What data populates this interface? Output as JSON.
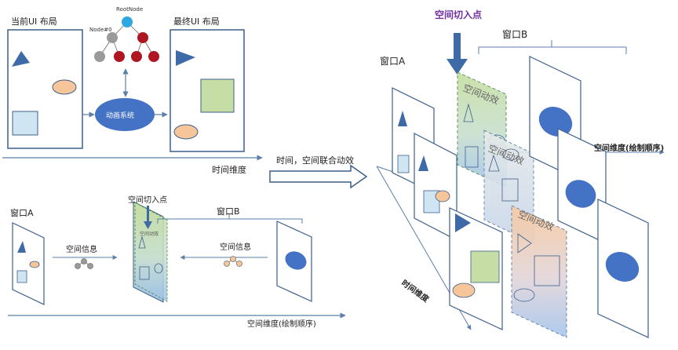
{
  "colors": {
    "border": "#3c5f8c",
    "tri": "#3e6aa8",
    "oval_orange": "#f6c59a",
    "oval_blue": "#4472c4",
    "square_lightblue": "#cfe6f2",
    "square_green": "#c6dea6",
    "node_blue": "#2ea8e0",
    "node_gray": "#9a9a9a",
    "node_red": "#b01622",
    "arrow": "#5b7fa8",
    "accent_purple": "#7030a0"
  },
  "top_left": {
    "current_layout": "当前UI 布局",
    "final_layout": "最终UI 布局",
    "root_node": "RootNode",
    "node0": "Node#0",
    "anim_system": "动画系统",
    "time_dimension": "时间维度"
  },
  "bottom_left": {
    "window_a": "窗口A",
    "window_b": "窗口B",
    "space_entry": "空间切入点",
    "space_info_left": "空间信息",
    "space_info_right": "空间信息",
    "space_dim": "空间维度(绘制顺序)",
    "space_anim": "空间动效"
  },
  "middle": {
    "joint": "时间，空间联合动效"
  },
  "right": {
    "space_entry": "空间切入点",
    "window_a": "窗口A",
    "window_b": "窗口B",
    "space_dim": "空间维度(绘制顺序)",
    "time_dim": "时间维度",
    "space_anim_1": "空间动效",
    "space_anim_2": "空间动效",
    "space_anim_3": "空间动效"
  }
}
